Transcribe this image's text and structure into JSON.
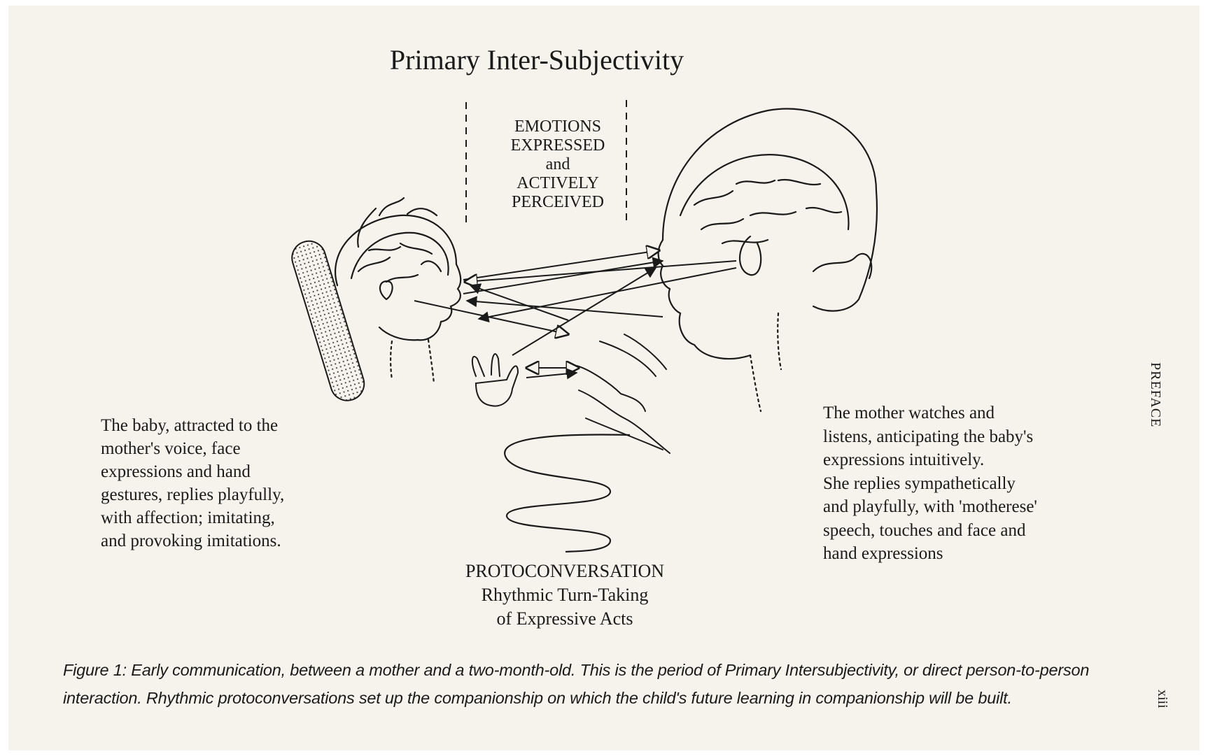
{
  "figure": {
    "title": "Primary Inter-Subjectivity",
    "emotions_label": [
      "EMOTIONS",
      "EXPRESSED",
      "and",
      "ACTIVELY",
      "PERCEIVED"
    ],
    "baby_description": [
      "The baby, attracted to the",
      "mother's voice, face",
      "expressions and hand",
      "gestures, replies playfully,",
      "with affection; imitating,",
      "and provoking imitations."
    ],
    "mother_description": [
      "The mother watches and",
      "listens, anticipating the baby's",
      "expressions intuitively.",
      "She replies sympathetically",
      "and playfully, with 'motherese'",
      "speech, touches and face and",
      "hand expressions"
    ],
    "protoconversation_label": [
      "PROTOCONVERSATION",
      "Rhythmic Turn-Taking",
      "of Expressive Acts"
    ]
  },
  "caption": [
    "Figure 1: Early communication, between a mother and a two-month-old. This is the period of Primary Intersubjectivity, or direct person-to-person",
    "interaction. Rhythmic protoconversations set up the companionship on which the child's future learning in companionship will be built."
  ],
  "running_header": "PREFACE",
  "page_number": "xiii",
  "colors": {
    "paper": "#f6f3ec",
    "ink": "#1a1a1a"
  }
}
